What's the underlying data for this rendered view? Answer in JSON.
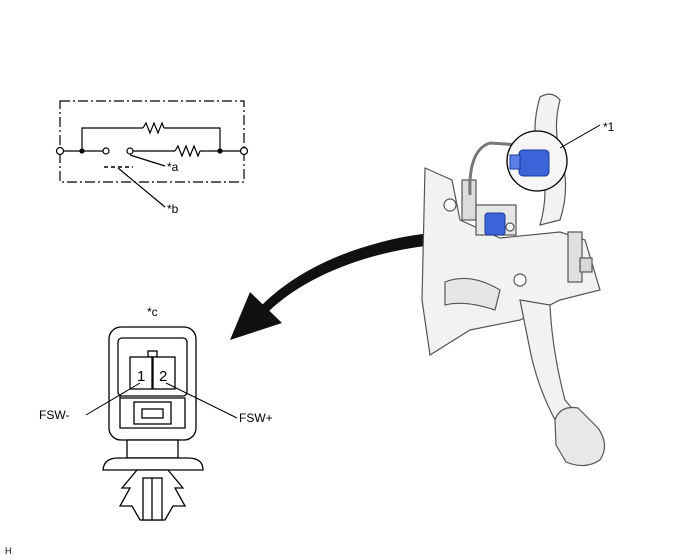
{
  "callouts": {
    "a": "*a",
    "b": "*b",
    "c": "*c",
    "one": "*1"
  },
  "connector": {
    "pin1": "1",
    "pin2": "2",
    "left_label": "FSW-",
    "right_label": "FSW+"
  },
  "corner_code": "H",
  "colors": {
    "connector_blue": "#3a64d8",
    "arrow": "#111111",
    "bracket_fill": "#f2f2f2",
    "line": "#000000"
  }
}
